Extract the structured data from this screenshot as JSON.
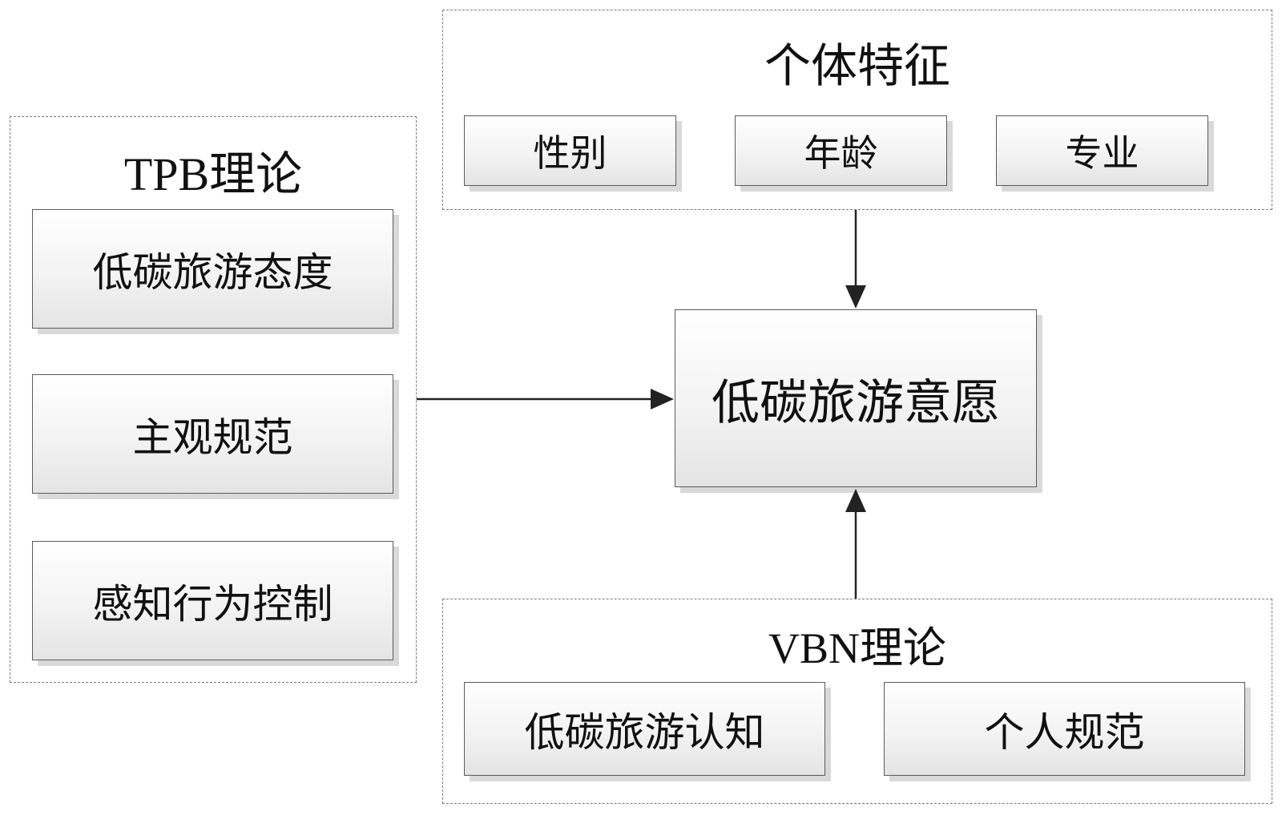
{
  "groups": {
    "individual": {
      "title": "个体特征",
      "items": [
        "性别",
        "年龄",
        "专业"
      ]
    },
    "tpb": {
      "title": "TPB理论",
      "items": [
        "低碳旅游态度",
        "主观规范",
        "感知行为控制"
      ]
    },
    "vbn": {
      "title": "VBN理论",
      "items": [
        "低碳旅游认知",
        "个人规范"
      ]
    }
  },
  "center": {
    "label": "低碳旅游意愿"
  }
}
